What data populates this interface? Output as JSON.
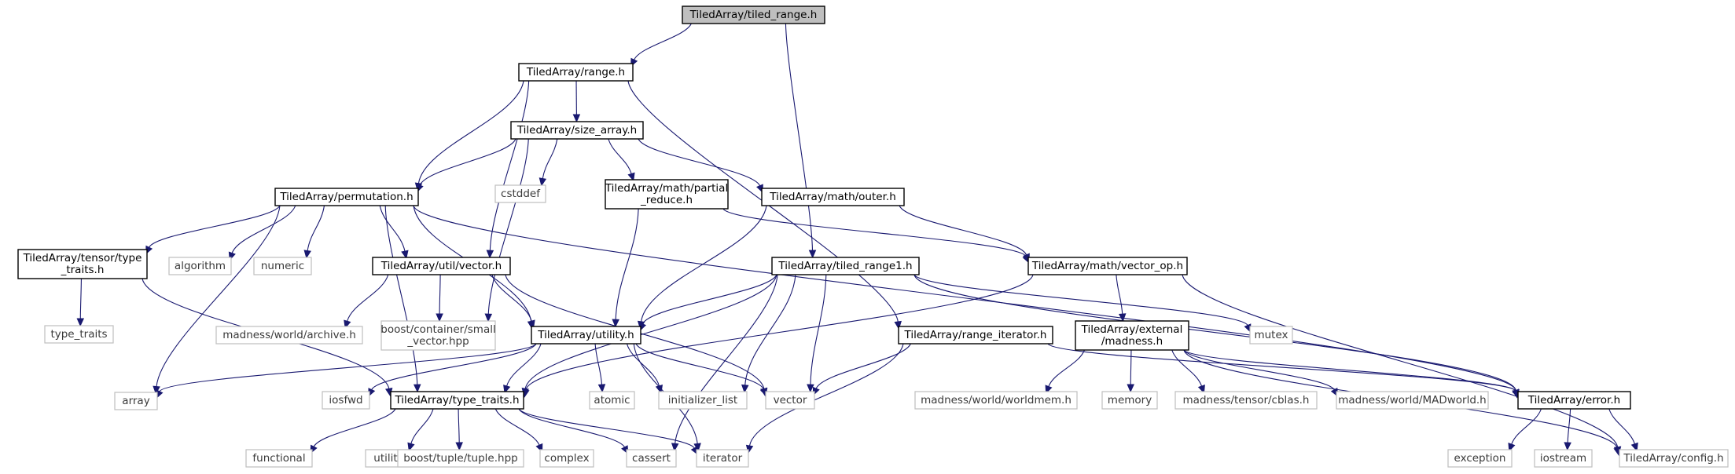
{
  "graph": {
    "nodes": [
      {
        "id": "n_tiled_range",
        "name": "node-tiled-array-tiled-range-h",
        "kind": "focus",
        "lines": [
          "TiledArray/tiled_range.h"
        ]
      },
      {
        "id": "n_range",
        "name": "node-tiled-array-range-h",
        "kind": "internal",
        "lines": [
          "TiledArray/range.h"
        ]
      },
      {
        "id": "n_size_array",
        "name": "node-tiled-array-size-array-h",
        "kind": "internal",
        "lines": [
          "TiledArray/size_array.h"
        ]
      },
      {
        "id": "n_permutation",
        "name": "node-tiled-array-permutation-h",
        "kind": "internal",
        "lines": [
          "TiledArray/permutation.h"
        ]
      },
      {
        "id": "n_cstddef",
        "name": "node-cstddef",
        "kind": "external",
        "lines": [
          "cstddef"
        ]
      },
      {
        "id": "n_partial_reduce",
        "name": "node-tiled-array-math-partial-reduce-h",
        "kind": "internal",
        "lines": [
          "TiledArray/math/partial",
          "_reduce.h"
        ]
      },
      {
        "id": "n_outer",
        "name": "node-tiled-array-math-outer-h",
        "kind": "internal",
        "lines": [
          "TiledArray/math/outer.h"
        ]
      },
      {
        "id": "n_tensor_type_traits",
        "name": "node-tiled-array-tensor-type-traits-h",
        "kind": "internal",
        "lines": [
          "TiledArray/tensor/type",
          "_traits.h"
        ]
      },
      {
        "id": "n_algorithm",
        "name": "node-algorithm",
        "kind": "external",
        "lines": [
          "algorithm"
        ]
      },
      {
        "id": "n_numeric",
        "name": "node-numeric",
        "kind": "external",
        "lines": [
          "numeric"
        ]
      },
      {
        "id": "n_util_vector",
        "name": "node-tiled-array-util-vector-h",
        "kind": "internal",
        "lines": [
          "TiledArray/util/vector.h"
        ]
      },
      {
        "id": "n_tiled_range1",
        "name": "node-tiled-array-tiled-range1-h",
        "kind": "internal",
        "lines": [
          "TiledArray/tiled_range1.h"
        ]
      },
      {
        "id": "n_vector_op",
        "name": "node-tiled-array-math-vector-op-h",
        "kind": "internal",
        "lines": [
          "TiledArray/math/vector_op.h"
        ]
      },
      {
        "id": "n_type_traits_std",
        "name": "node-type-traits",
        "kind": "external",
        "lines": [
          "type_traits"
        ]
      },
      {
        "id": "n_archive",
        "name": "node-madness-world-archive-h",
        "kind": "external",
        "lines": [
          "madness/world/archive.h"
        ]
      },
      {
        "id": "n_small_vector",
        "name": "node-boost-container-small-vector-hpp",
        "kind": "external",
        "lines": [
          "boost/container/small",
          "_vector.hpp"
        ]
      },
      {
        "id": "n_utility_h",
        "name": "node-tiled-array-utility-h",
        "kind": "internal",
        "lines": [
          "TiledArray/utility.h"
        ]
      },
      {
        "id": "n_mutex",
        "name": "node-mutex",
        "kind": "external",
        "lines": [
          "mutex"
        ]
      },
      {
        "id": "n_range_iterator",
        "name": "node-tiled-array-range-iterator-h",
        "kind": "internal",
        "lines": [
          "TiledArray/range_iterator.h"
        ]
      },
      {
        "id": "n_ext_madness",
        "name": "node-tiled-array-external-madness-h",
        "kind": "internal",
        "lines": [
          "TiledArray/external",
          "/madness.h"
        ]
      },
      {
        "id": "n_array",
        "name": "node-array",
        "kind": "external",
        "lines": [
          "array"
        ]
      },
      {
        "id": "n_iosfwd",
        "name": "node-iosfwd",
        "kind": "external",
        "lines": [
          "iosfwd"
        ]
      },
      {
        "id": "n_type_traits_h",
        "name": "node-tiled-array-type-traits-h",
        "kind": "internal",
        "lines": [
          "TiledArray/type_traits.h"
        ]
      },
      {
        "id": "n_atomic",
        "name": "node-atomic",
        "kind": "external",
        "lines": [
          "atomic"
        ]
      },
      {
        "id": "n_init_list",
        "name": "node-initializer-list",
        "kind": "external",
        "lines": [
          "initializer_list"
        ]
      },
      {
        "id": "n_vector_std",
        "name": "node-vector",
        "kind": "external",
        "lines": [
          "vector"
        ]
      },
      {
        "id": "n_worldmem",
        "name": "node-madness-world-worldmem-h",
        "kind": "external",
        "lines": [
          "madness/world/worldmem.h"
        ]
      },
      {
        "id": "n_memory",
        "name": "node-memory",
        "kind": "external",
        "lines": [
          "memory"
        ]
      },
      {
        "id": "n_cblas",
        "name": "node-madness-tensor-cblas-h",
        "kind": "external",
        "lines": [
          "madness/tensor/cblas.h"
        ]
      },
      {
        "id": "n_madworld",
        "name": "node-madness-world-madworld-h",
        "kind": "external",
        "lines": [
          "madness/world/MADworld.h"
        ]
      },
      {
        "id": "n_error",
        "name": "node-tiled-array-error-h",
        "kind": "internal",
        "lines": [
          "TiledArray/error.h"
        ]
      },
      {
        "id": "n_functional",
        "name": "node-functional",
        "kind": "external",
        "lines": [
          "functional"
        ]
      },
      {
        "id": "n_utility_std",
        "name": "node-utility",
        "kind": "external",
        "lines": [
          "utility"
        ]
      },
      {
        "id": "n_tuple",
        "name": "node-boost-tuple-tuple-hpp",
        "kind": "external",
        "lines": [
          "boost/tuple/tuple.hpp"
        ]
      },
      {
        "id": "n_complex",
        "name": "node-complex",
        "kind": "external",
        "lines": [
          "complex"
        ]
      },
      {
        "id": "n_cassert",
        "name": "node-cassert",
        "kind": "external",
        "lines": [
          "cassert"
        ]
      },
      {
        "id": "n_iterator",
        "name": "node-iterator",
        "kind": "external",
        "lines": [
          "iterator"
        ]
      },
      {
        "id": "n_exception",
        "name": "node-exception",
        "kind": "external",
        "lines": [
          "exception"
        ]
      },
      {
        "id": "n_iostream",
        "name": "node-iostream",
        "kind": "external",
        "lines": [
          "iostream"
        ]
      },
      {
        "id": "n_config",
        "name": "node-tiled-array-config-h",
        "kind": "external",
        "lines": [
          "TiledArray/config.h"
        ]
      }
    ],
    "edges": [
      [
        "n_tiled_range",
        "n_range"
      ],
      [
        "n_tiled_range",
        "n_tiled_range1"
      ],
      [
        "n_range",
        "n_size_array"
      ],
      [
        "n_range",
        "n_permutation"
      ],
      [
        "n_range",
        "n_util_vector"
      ],
      [
        "n_range",
        "n_range_iterator"
      ],
      [
        "n_size_array",
        "n_permutation"
      ],
      [
        "n_size_array",
        "n_cstddef"
      ],
      [
        "n_size_array",
        "n_partial_reduce"
      ],
      [
        "n_size_array",
        "n_outer"
      ],
      [
        "n_size_array",
        "n_small_vector"
      ],
      [
        "n_permutation",
        "n_tensor_type_traits"
      ],
      [
        "n_permutation",
        "n_algorithm"
      ],
      [
        "n_permutation",
        "n_numeric"
      ],
      [
        "n_permutation",
        "n_util_vector"
      ],
      [
        "n_permutation",
        "n_utility_h"
      ],
      [
        "n_permutation",
        "n_array"
      ],
      [
        "n_permutation",
        "n_type_traits_h"
      ],
      [
        "n_permutation",
        "n_error"
      ],
      [
        "n_partial_reduce",
        "n_utility_h"
      ],
      [
        "n_partial_reduce",
        "n_vector_op"
      ],
      [
        "n_outer",
        "n_vector_op"
      ],
      [
        "n_outer",
        "n_utility_h"
      ],
      [
        "n_tensor_type_traits",
        "n_type_traits_std"
      ],
      [
        "n_tensor_type_traits",
        "n_type_traits_h"
      ],
      [
        "n_util_vector",
        "n_archive"
      ],
      [
        "n_util_vector",
        "n_small_vector"
      ],
      [
        "n_util_vector",
        "n_utility_h"
      ],
      [
        "n_util_vector",
        "n_vector_std"
      ],
      [
        "n_tiled_range1",
        "n_utility_h"
      ],
      [
        "n_tiled_range1",
        "n_mutex"
      ],
      [
        "n_tiled_range1",
        "n_type_traits_h"
      ],
      [
        "n_tiled_range1",
        "n_init_list"
      ],
      [
        "n_tiled_range1",
        "n_vector_std"
      ],
      [
        "n_tiled_range1",
        "n_cassert"
      ],
      [
        "n_tiled_range1",
        "n_error"
      ],
      [
        "n_vector_op",
        "n_ext_madness"
      ],
      [
        "n_vector_op",
        "n_type_traits_h"
      ],
      [
        "n_vector_op",
        "n_config"
      ],
      [
        "n_range_iterator",
        "n_vector_std"
      ],
      [
        "n_range_iterator",
        "n_iterator"
      ],
      [
        "n_range_iterator",
        "n_error"
      ],
      [
        "n_ext_madness",
        "n_worldmem"
      ],
      [
        "n_ext_madness",
        "n_memory"
      ],
      [
        "n_ext_madness",
        "n_cblas"
      ],
      [
        "n_ext_madness",
        "n_madworld"
      ],
      [
        "n_ext_madness",
        "n_error"
      ],
      [
        "n_ext_madness",
        "n_config"
      ],
      [
        "n_utility_h",
        "n_array"
      ],
      [
        "n_utility_h",
        "n_iosfwd"
      ],
      [
        "n_utility_h",
        "n_type_traits_h"
      ],
      [
        "n_utility_h",
        "n_atomic"
      ],
      [
        "n_utility_h",
        "n_init_list"
      ],
      [
        "n_utility_h",
        "n_vector_std"
      ],
      [
        "n_utility_h",
        "n_iterator"
      ],
      [
        "n_type_traits_h",
        "n_functional"
      ],
      [
        "n_type_traits_h",
        "n_utility_std"
      ],
      [
        "n_type_traits_h",
        "n_tuple"
      ],
      [
        "n_type_traits_h",
        "n_complex"
      ],
      [
        "n_type_traits_h",
        "n_cassert"
      ],
      [
        "n_type_traits_h",
        "n_iterator"
      ],
      [
        "n_error",
        "n_exception"
      ],
      [
        "n_error",
        "n_iostream"
      ],
      [
        "n_error",
        "n_config"
      ]
    ]
  }
}
